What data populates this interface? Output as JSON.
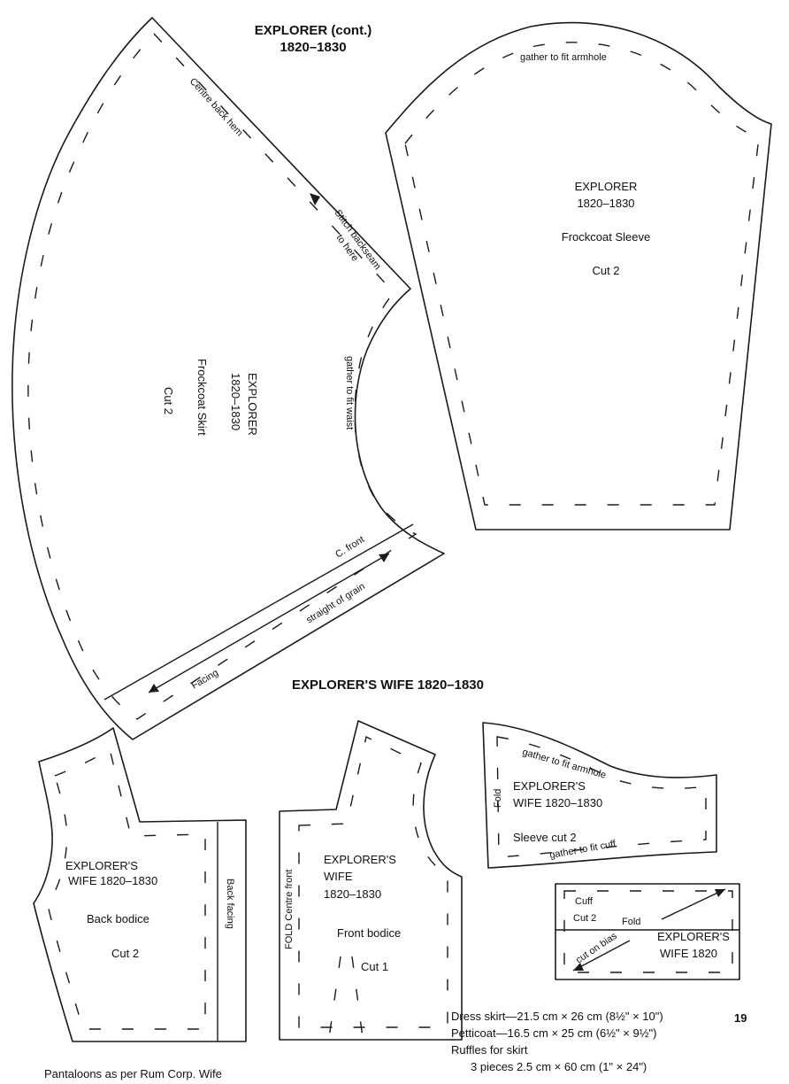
{
  "page": {
    "title_line1": "EXPLORER (cont.)",
    "title_line2": "1820–1830",
    "section_title": "EXPLORER'S WIFE   1820–1830",
    "page_number": "19",
    "footer_note": "Pantaloons as per Rum Corp. Wife"
  },
  "skirt_piece": {
    "name": "EXPLORER",
    "years": "1820–1830",
    "label": "Frockcoat Skirt",
    "cut": "Cut 2",
    "edge_centre_back": "Centre back hem",
    "edge_stitch_line1": "Stitch backseam",
    "edge_stitch_line2": "to here",
    "edge_gather": "gather to fit waist",
    "edge_front": "C. front",
    "grain": "straight of grain",
    "facing": "Facing"
  },
  "sleeve_piece": {
    "name": "EXPLORER",
    "years": "1820–1830",
    "label": "Frockcoat Sleeve",
    "cut": "Cut 2",
    "edge_gather": "gather to fit armhole"
  },
  "back_bodice": {
    "name": "EXPLORER'S",
    "line2": "WIFE   1820–1830",
    "label": "Back bodice",
    "cut": "Cut 2",
    "facing": "Back facing"
  },
  "front_bodice": {
    "name": "EXPLORER'S",
    "line2": "WIFE",
    "years": "1820–1830",
    "label": "Front bodice",
    "cut": "Cut 1",
    "side_label": "FOLD  Centre front"
  },
  "wife_sleeve": {
    "edge_top": "gather to fit armhole",
    "name": "EXPLORER'S",
    "line2": "WIFE   1820–1830",
    "label": "Sleeve   cut 2",
    "edge_bottom": "gather to fit cuff",
    "fold": "Fold"
  },
  "cuff_piece": {
    "label": "Cuff",
    "cut": "Cut 2",
    "fold": "Fold",
    "bias": "cut on bias",
    "name": "EXPLORER'S",
    "line2": "WIFE   1820"
  },
  "notes": [
    "Dress skirt—21.5 cm × 26 cm (8½\" × 10\")",
    "Petticoat—16.5 cm × 25 cm (6½\" × 9½\")",
    "Ruffles for skirt",
    "3 pieces 2.5 cm × 60 cm (1\" × 24\")"
  ]
}
